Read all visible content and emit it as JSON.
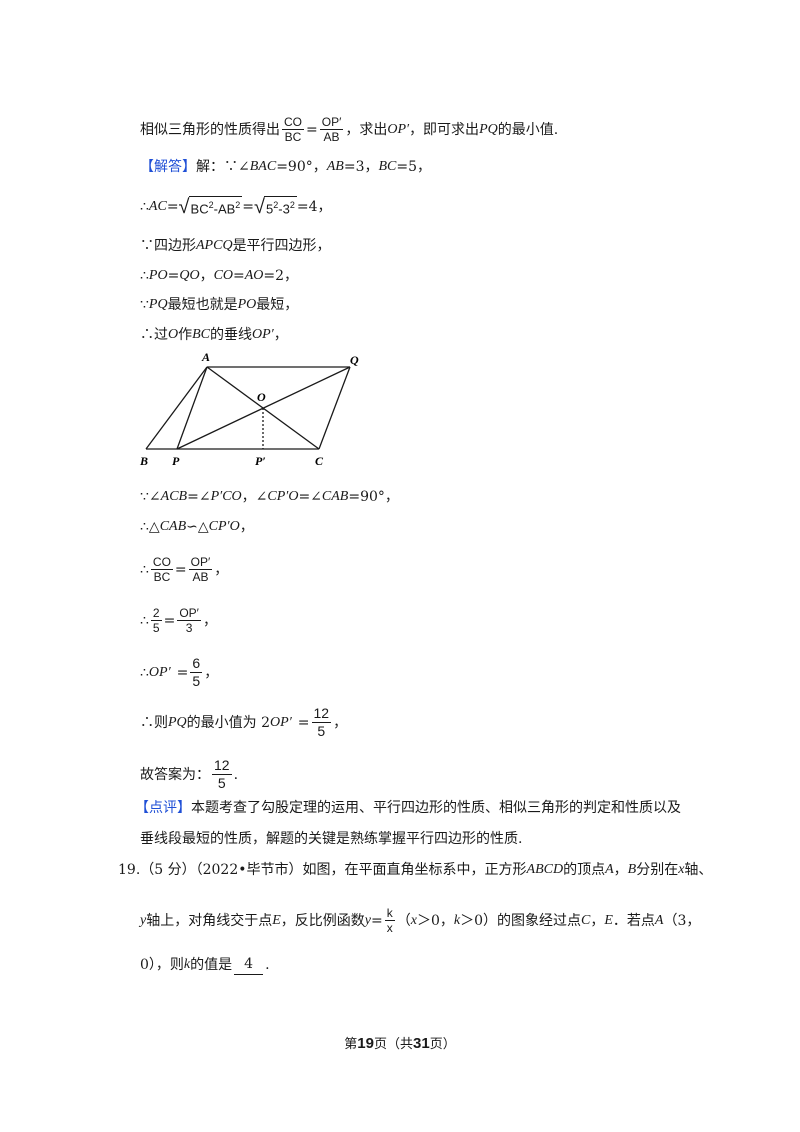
{
  "hint": {
    "pre": "相似三角形的性质得出",
    "frac_num": "CO",
    "frac_den": "BC",
    "eq": "=",
    "frac2_num": "OP′",
    "frac2_den": "AB",
    "post1": "，求出 ",
    "op": "OP′",
    "post2": "，即可求出 ",
    "pq": "PQ",
    "post3": " 的最小值."
  },
  "answer": {
    "tag": "【解答】",
    "text1": "解：∵∠",
    "bac": "BAC",
    "eq1": "=90°，",
    "ab": "AB",
    "eq2": "=3，",
    "bc": "BC",
    "eq3": "=5，"
  },
  "line_ac": {
    "pre": "∴",
    "ac": "AC",
    "eq": "=",
    "sqrt1": "BC",
    "sqrt1b": "-AB",
    "exp": "2",
    "eq2": "=",
    "sqrt2": "5",
    "sqrt2b": "-3",
    "eq3": "=4，"
  },
  "line_para": {
    "pre": "∵四边形 ",
    "shape": "APCQ",
    "post": " 是平行四边形，"
  },
  "line_po": {
    "pre": "∴",
    "po": "PO",
    "eq": "=",
    "qo": "QO",
    "sep": "，",
    "co": "CO",
    "eq2": "=",
    "ao": "AO",
    "post": "=2，"
  },
  "line_short": {
    "pre": "∵",
    "pq": "PQ",
    "mid": " 最短也就是 ",
    "po": "PO",
    "post": " 最短，"
  },
  "line_perp": {
    "pre": "∴过 ",
    "o": "O",
    "mid": " 作 ",
    "bc": "BC",
    "mid2": " 的垂线 ",
    "op": "OP′",
    "post": "，"
  },
  "figure": {
    "labels": {
      "A": "A",
      "Q": "Q",
      "O": "O",
      "B": "B",
      "P": "P",
      "P2": "P′",
      "C": "C"
    }
  },
  "line_angle": {
    "pre": "∵∠",
    "acb": "ACB",
    "eq": "=∠",
    "p": "P′",
    "co": " CO",
    "sep": "，∠",
    "cp": "CP′",
    "o": " O",
    "eq2": "=∠",
    "cab": "CAB",
    "post": "=90°，"
  },
  "line_sim": {
    "pre": "∴△",
    "cab": "CAB",
    "sim": "∽△",
    "cp": "CP′",
    "o": " O",
    "post": "，"
  },
  "line_ratio": {
    "pre": "∴",
    "num1": "CO",
    "den1": "BC",
    "eq": "=",
    "num2": "OP′",
    "den2": "AB",
    "post": "，"
  },
  "line_ratio2": {
    "pre": "∴",
    "num1": "2",
    "den1": "5",
    "eq": "=",
    "num2": "OP′",
    "den2": "3",
    "post": "，"
  },
  "line_op": {
    "pre": "∴",
    "op": "OP′",
    "eq": "=",
    "num": "6",
    "den": "5",
    "post": "，"
  },
  "line_min": {
    "pre": "∴则 ",
    "pq": "PQ",
    "mid": " 的最小值为 2",
    "op": "OP′",
    "eq": "=",
    "num": "12",
    "den": "5",
    "post": "，"
  },
  "line_final": {
    "pre": "故答案为：",
    "num": "12",
    "den": "5",
    "post": "."
  },
  "review": {
    "tag": "【点评】",
    "text1": "本题考查了勾股定理的运用、平行四边形的性质、相似三角形的判定和性质以及",
    "text2": "垂线段最短的性质，解题的关键是熟练掌握平行四边形的性质."
  },
  "q19": {
    "line1": "19.（5 分）（2022•毕节市）如图，在平面直角坐标系中，正方形 ",
    "abcd": "ABCD",
    "line1b": " 的顶点 ",
    "a": "A",
    "comma": "，",
    "b": "B",
    "line1c": " 分别在 ",
    "x": "x",
    "line1d": " 轴、",
    "y": "y",
    "line2a": " 轴上，对角线交于点 ",
    "e": "E",
    "line2b": "，反比例函数 ",
    "yv": "y",
    "eq": "=",
    "knum": "k",
    "kden": "x",
    "cond": "（",
    "cx": "x",
    "cond2": "＞0，",
    "ck": "k",
    "cond3": "＞0）的图象经过点 ",
    "c": "C",
    "c2": "，",
    "e2": "E",
    "line2c": "．若点 ",
    "a2": "A",
    "line2d": "（3，",
    "line3a": "0），则 ",
    "k": "k",
    "line3b": " 的值是",
    "answer": "4",
    "line3c": "."
  },
  "footer": {
    "pre": "第",
    "page": "19",
    "mid": "页（共",
    "total": "31",
    "post": "页）"
  }
}
